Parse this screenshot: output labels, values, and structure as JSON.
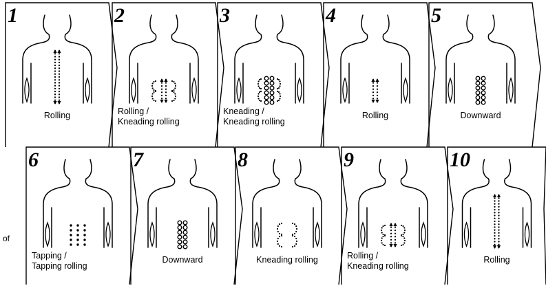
{
  "steps": [
    {
      "number": "1",
      "caption": [
        "Rolling"
      ],
      "pattern": "long-dotted-lines"
    },
    {
      "number": "2",
      "caption": [
        "Rolling /",
        "Kneading rolling"
      ],
      "pattern": "dotted-lines-and-arcs"
    },
    {
      "number": "3",
      "caption": [
        "Kneading /",
        "Kneading rolling"
      ],
      "pattern": "circles-and-arcs"
    },
    {
      "number": "4",
      "caption": [
        "Rolling"
      ],
      "pattern": "short-dotted-lines"
    },
    {
      "number": "5",
      "caption": [
        "Downward"
      ],
      "pattern": "circles-columns"
    },
    {
      "number": "6",
      "caption": [
        "Tapping /",
        "Tapping rolling"
      ],
      "pattern": "dots-grid"
    },
    {
      "number": "7",
      "caption": [
        "Downward"
      ],
      "pattern": "circles-columns"
    },
    {
      "number": "8",
      "caption": [
        "Kneading rolling"
      ],
      "pattern": "dotted-arcs"
    },
    {
      "number": "9",
      "caption": [
        "Rolling /",
        "Kneading rolling"
      ],
      "pattern": "dotted-lines-and-arcs"
    },
    {
      "number": "10",
      "caption": [
        "Rolling"
      ],
      "pattern": "long-dotted-lines"
    }
  ],
  "side_fragment": "of",
  "colors": {
    "ink": "#000000",
    "background": "#ffffff"
  }
}
